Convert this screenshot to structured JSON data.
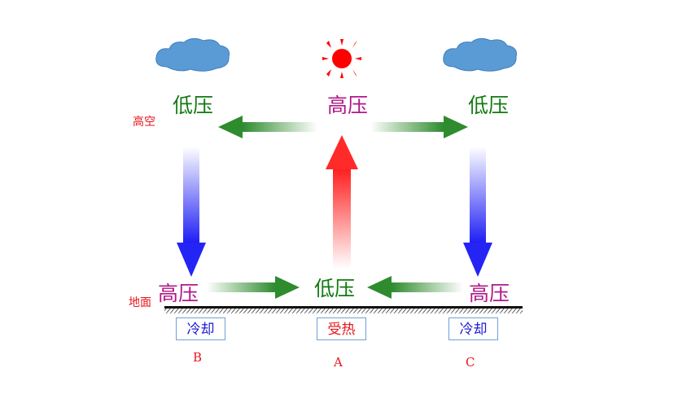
{
  "colors": {
    "high_pressure": "#b01888",
    "low_pressure": "#127a12",
    "altitude_label": "#e8141b",
    "cool_text": "#1a1ad8",
    "heat_text": "#e8141b",
    "location_letter": "#e8141b",
    "ground": "#111111",
    "cloud": "#5b9bd5",
    "sun": "#ff0000"
  },
  "icons": {
    "left_cloud": "cloud-icon",
    "sun": "sun-icon",
    "right_cloud": "cloud-icon"
  },
  "altitude": {
    "high": "高空",
    "ground": "地面"
  },
  "upper": {
    "left": "低压",
    "center": "高压",
    "right": "低压"
  },
  "lower": {
    "left": "高压",
    "center": "低压",
    "right": "高压"
  },
  "conditions": {
    "left": "冷却",
    "center": "受热",
    "right": "冷却"
  },
  "locations": {
    "left": "B",
    "center": "A",
    "right": "C"
  }
}
